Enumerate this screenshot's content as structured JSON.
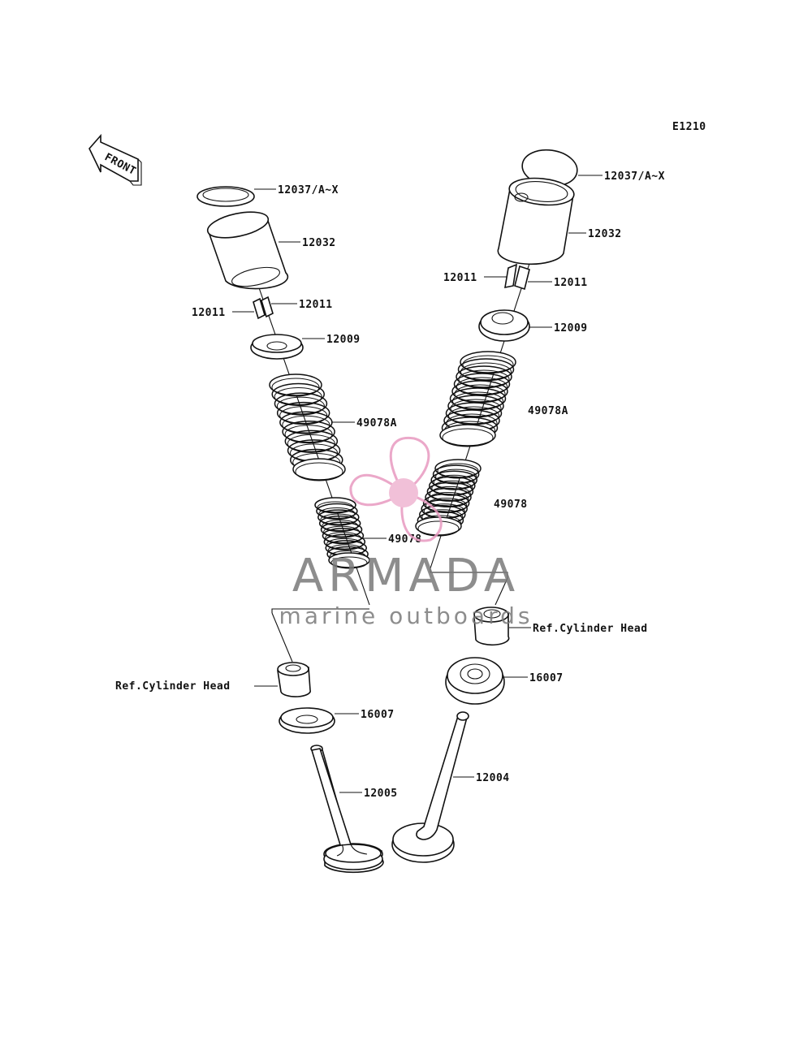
{
  "diagram": {
    "code": "E1210",
    "front_label": "FRONT"
  },
  "labels": {
    "l_shim": "12037/A~X",
    "l_tappet": "12032",
    "l_cotter_right": "12011",
    "l_cotter_left": "12011",
    "l_retainer": "12009",
    "l_spring_outer": "49078A",
    "l_spring_inner": "49078",
    "l_ref_head": "Ref.Cylinder Head",
    "l_seal": "16007",
    "l_valve": "12005",
    "r_shim": "12037/A~X",
    "r_tappet": "12032",
    "r_cotter_left": "12011",
    "r_cotter_right": "12011",
    "r_retainer": "12009",
    "r_spring_outer": "49078A",
    "r_spring_inner": "49078",
    "r_ref_head": "Ref.Cylinder Head",
    "r_seal": "16007",
    "r_valve": "12004"
  },
  "watermark": {
    "brand": "ARMADA",
    "tagline": "marine outboards",
    "color": "#e89ac0"
  }
}
